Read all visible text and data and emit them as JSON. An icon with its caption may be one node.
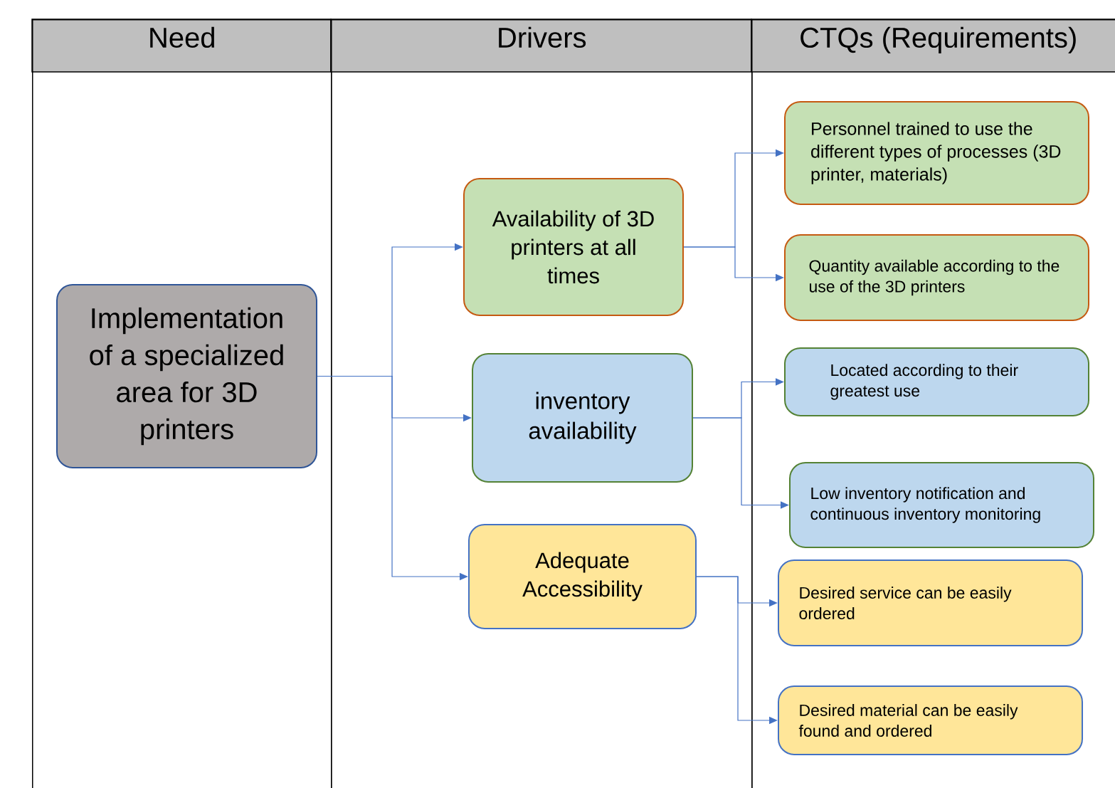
{
  "diagram": {
    "nodes": [
      {
        "text": [
          "Need"
        ]
      },
      {
        "text": [
          "Drivers"
        ]
      },
      {
        "text": [
          "CTQs (Requirements)"
        ]
      },
      {
        "text": [
          "Implementation of a specialized area for 3D printers"
        ],
        "in": 0
      },
      {
        "text": [
          "Availability of 3D printers at all times"
        ],
        "in": 1
      },
      {
        "text": [
          "inventory availability"
        ],
        "in": 1
      },
      {
        "text": [
          "Adequate Accessibility"
        ],
        "in": 1
      },
      {
        "text": [
          "Personnel trained to use the different types of processes (3D printer, materials)"
        ],
        "in": 2
      },
      {
        "text": [
          "Quantity available according to the use of the 3D printers"
        ],
        "in": 2
      },
      {
        "text": [
          "Located according to their greatest use"
        ],
        "in": 2
      },
      {
        "text": [
          "Low inventory notification and continuous inventory monitoring"
        ],
        "in": 2
      },
      {
        "text": [
          "Desired service can be easily ordered"
        ],
        "in": 2
      },
      {
        "text": [
          "Desired material can be easily found and ordered"
        ],
        "in": 2
      }
    ],
    "edges": [
      {
        "from": 3,
        "to": 4,
        "arrow": "to"
      },
      {
        "from": 3,
        "to": 5,
        "arrow": "to"
      },
      {
        "from": 3,
        "to": 6,
        "arrow": "to"
      },
      {
        "from": 4,
        "to": 7,
        "arrow": "to"
      },
      {
        "from": 4,
        "to": 8,
        "arrow": "to"
      },
      {
        "from": 5,
        "to": 9,
        "arrow": "to"
      },
      {
        "from": 5,
        "to": 10,
        "arrow": "to"
      },
      {
        "from": 6,
        "to": 11,
        "arrow": "to"
      },
      {
        "from": 6,
        "to": 12,
        "arrow": "to"
      }
    ]
  }
}
